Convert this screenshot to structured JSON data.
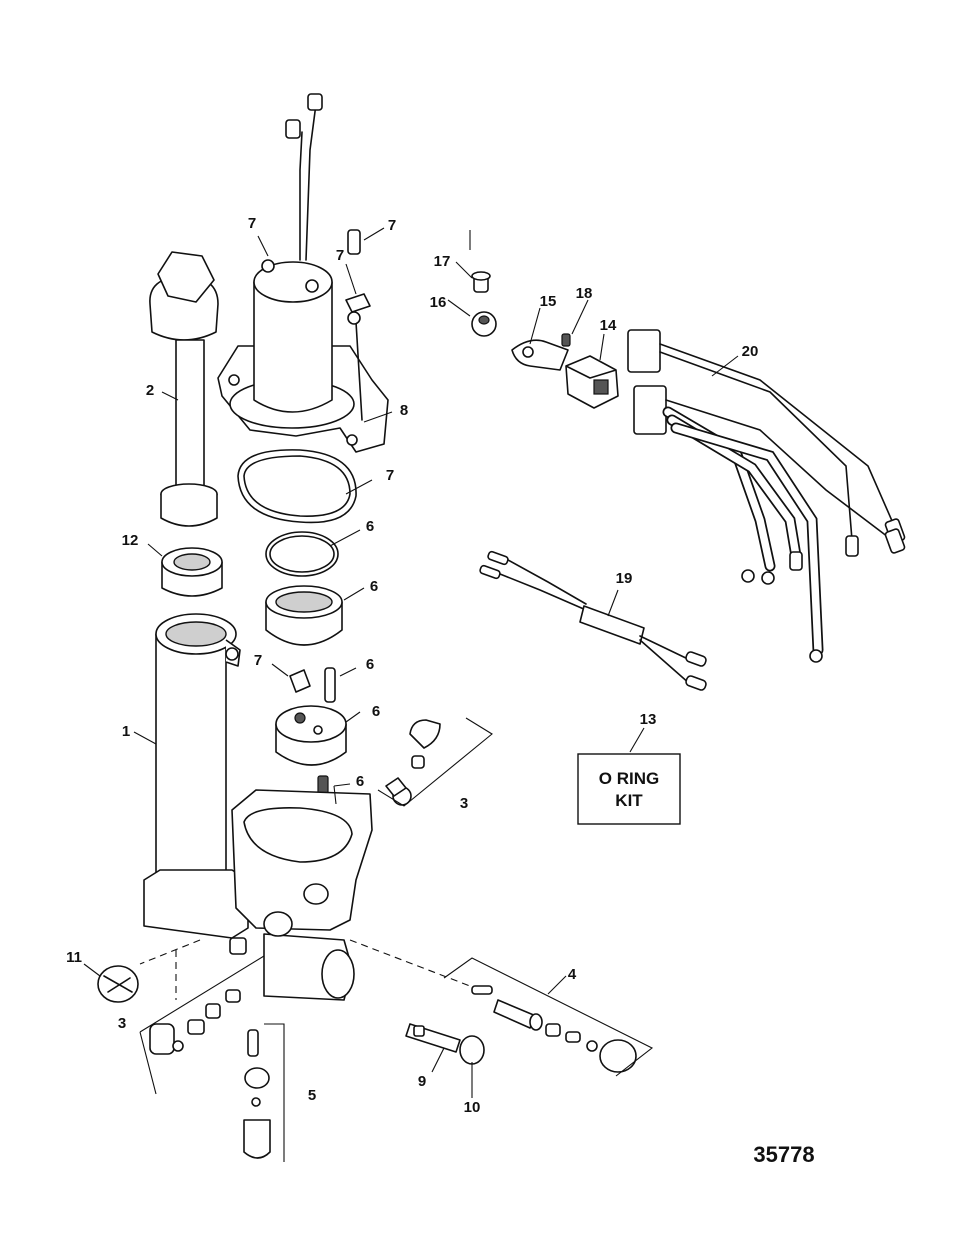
{
  "callouts": {
    "c1": "1",
    "c2": "2",
    "c3a": "3",
    "c3b": "3",
    "c4": "4",
    "c5": "5",
    "c6a": "6",
    "c6b": "6",
    "c6c": "6",
    "c6d": "6",
    "c6e": "6",
    "c7a": "7",
    "c7b": "7",
    "c7c": "7",
    "c7d": "7",
    "c7e": "7",
    "c8": "8",
    "c9": "9",
    "c10": "10",
    "c11": "11",
    "c12": "12",
    "c13": "13",
    "c14": "14",
    "c15": "15",
    "c16": "16",
    "c17": "17",
    "c18": "18",
    "c19": "19",
    "c20": "20"
  },
  "kit_box": {
    "line1": "O RING",
    "line2": "KIT"
  },
  "figure_number": "35778"
}
